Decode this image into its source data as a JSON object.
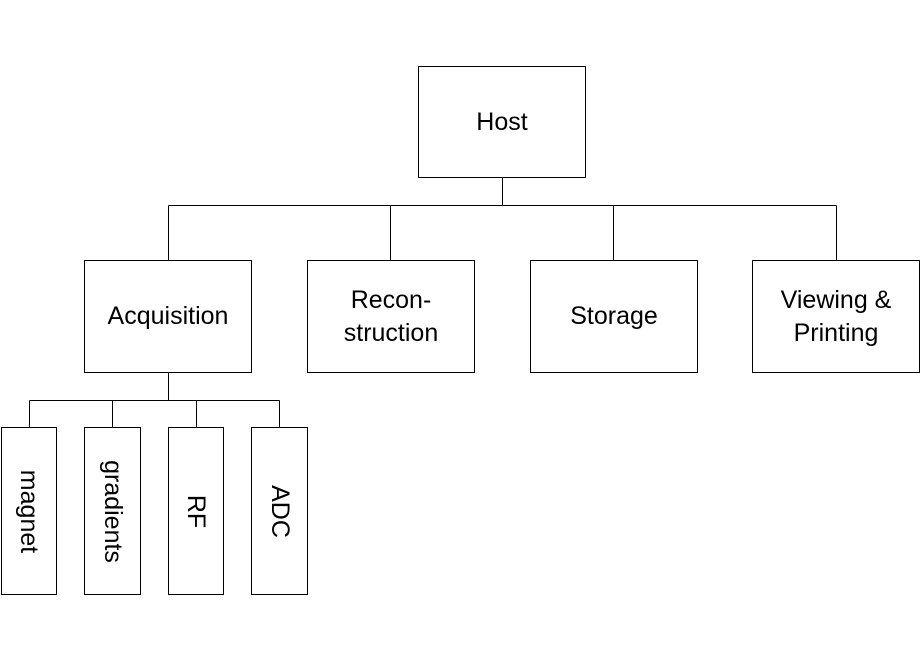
{
  "diagram": {
    "root": {
      "label": "Host"
    },
    "level1": [
      {
        "label": "Acquisition"
      },
      {
        "label": "Recon-\nstruction"
      },
      {
        "label": "Storage"
      },
      {
        "label": "Viewing &\nPrinting"
      }
    ],
    "acquisition_children": [
      {
        "label": "magnet"
      },
      {
        "label": "gradients"
      },
      {
        "label": "RF"
      },
      {
        "label": "ADC"
      }
    ]
  },
  "colors": {
    "stroke": "#000000",
    "background": "#ffffff"
  }
}
